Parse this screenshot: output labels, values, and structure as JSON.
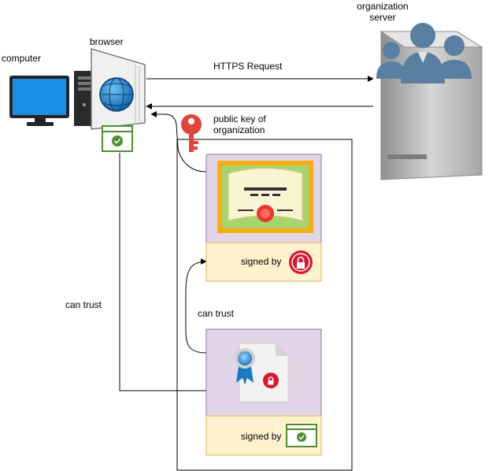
{
  "labels": {
    "computer": "computer",
    "browser": "browser",
    "server_line1": "organization",
    "server_line2": "server",
    "https_request": "HTTPS Request",
    "public_key_line1": "public key of",
    "public_key_line2": "organization",
    "signed_by_1": "signed by",
    "signed_by_2": "signed by",
    "can_trust_left": "can trust",
    "can_trust_mid": "can trust"
  },
  "icons": {
    "computer": "desktop-computer-icon",
    "browser": "browser-globe-icon",
    "certificate_badge": "browser-certificate-icon",
    "server": "organization-server-icon",
    "key": "key-icon",
    "certificate": "certificate-icon",
    "signature_seal": "lock-seal-icon",
    "root_certificate": "award-document-icon",
    "browser_signature": "browser-certificate-icon"
  },
  "colors": {
    "cert_panel": "#e1d5e7",
    "cert_footer": "#fff2cc",
    "cert_frame": "#f5ad19",
    "cert_inner": "#a6d46e",
    "key_red": "#e0453a",
    "seal_red": "#d8182d",
    "green_badge": "#4f8c33",
    "server_blue": "#5b7fa0",
    "screen_blue": "#1a8fe6"
  }
}
